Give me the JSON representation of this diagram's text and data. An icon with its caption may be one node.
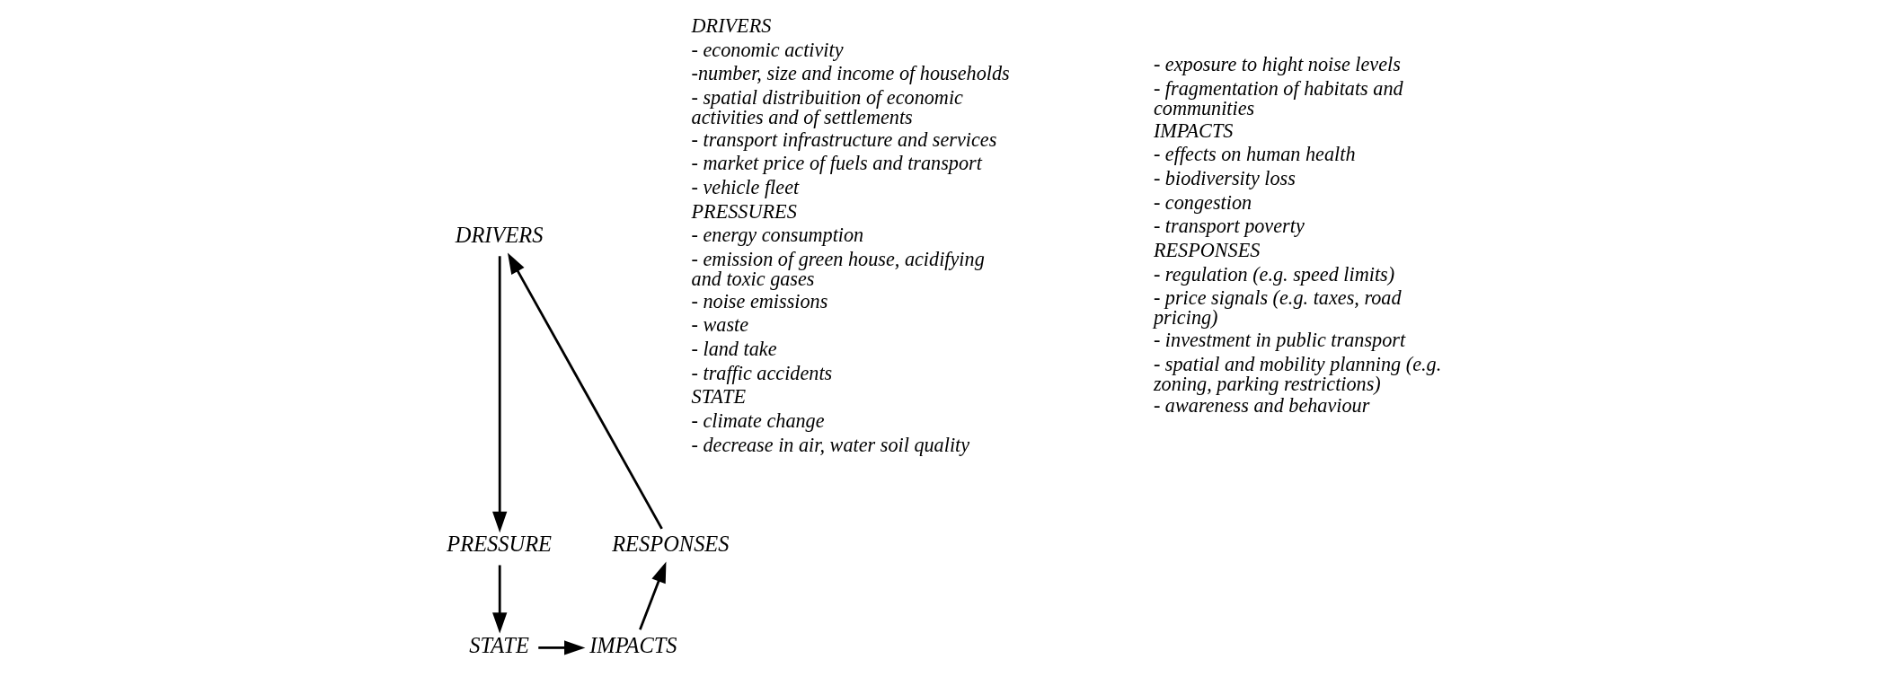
{
  "diagram": {
    "nodes": [
      {
        "text": [
          "DRIVERS"
        ]
      },
      {
        "text": [
          "PRESSURE"
        ]
      },
      {
        "text": [
          "STATE"
        ]
      },
      {
        "text": [
          "IMPACTS"
        ]
      },
      {
        "text": [
          "RESPONSES"
        ]
      }
    ],
    "edges": [
      {
        "from": 0,
        "to": 1,
        "arrow": "to"
      },
      {
        "from": 1,
        "to": 2,
        "arrow": "to"
      },
      {
        "from": 2,
        "to": 3,
        "arrow": "to"
      },
      {
        "from": 3,
        "to": 4,
        "arrow": "to"
      },
      {
        "from": 4,
        "to": 0,
        "arrow": "to"
      }
    ],
    "labels": [
      "DRIVERS",
      "- economic activity",
      "-number, size and income of households",
      "- spatial distribuition of economic activities and of settlements",
      "- transport infrastructure and services",
      "- market price of fuels and transport",
      "- vehicle fleet",
      "PRESSURES",
      "- energy consumption",
      "- emission of green house, acidifying and toxic gases",
      "- noise emissions",
      "- waste",
      "- land take",
      "- traffic accidents",
      "STATE",
      "- climate change",
      "- decrease in air, water soil quality",
      "- exposure to hight noise levels",
      "- fragmentation of habitats and communities",
      "IMPACTS",
      "- effects on human health",
      "- biodiversity loss",
      "- congestion",
      "- transport poverty",
      "RESPONSES",
      "- regulation (e.g. speed limits)",
      "- price signals (e.g. taxes, road pricing)",
      "- investment in public transport",
      "- spatial and mobility planning (e.g. zoning, parking restrictions)",
      "- awareness and behaviour"
    ]
  }
}
